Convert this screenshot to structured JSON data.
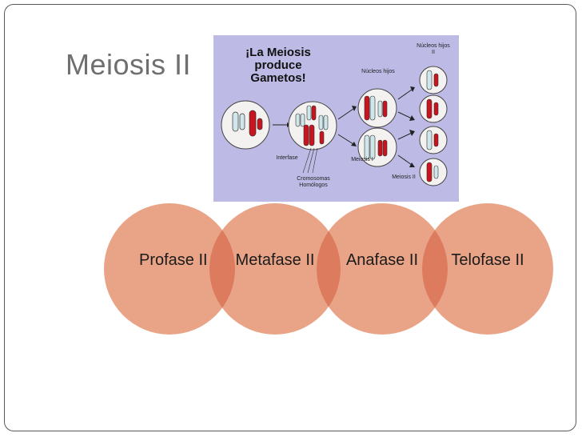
{
  "slide": {
    "title": "Meiosis II"
  },
  "illustration": {
    "heading": "¡La Meiosis produce Gametos!",
    "labels": {
      "nucleos_hijos_top": "Núcleos hijos II",
      "nucleos_hijos_mid": "Núcleos hijos",
      "interfase": "Interfase",
      "meiosis_1": "Meiosis I",
      "cromosomas": "Cromosomas Homólogos",
      "meiosis_2": "Meiosis II"
    },
    "colors": {
      "background": "#bdbbe6",
      "chromosome_red": "#c8141e",
      "chromosome_light": "#cfe6ea",
      "cell_fill": "#f4f2f0"
    }
  },
  "phases": [
    {
      "label": "Profase II"
    },
    {
      "label": "Metafase II"
    },
    {
      "label": "Anafase II"
    },
    {
      "label": "Telofase II"
    }
  ],
  "colors": {
    "circle_fill": "#e9a487",
    "circle_overlap": "#dd7b5e",
    "frame_border": "#5a5a5a",
    "title_text": "#6f6f6f"
  }
}
